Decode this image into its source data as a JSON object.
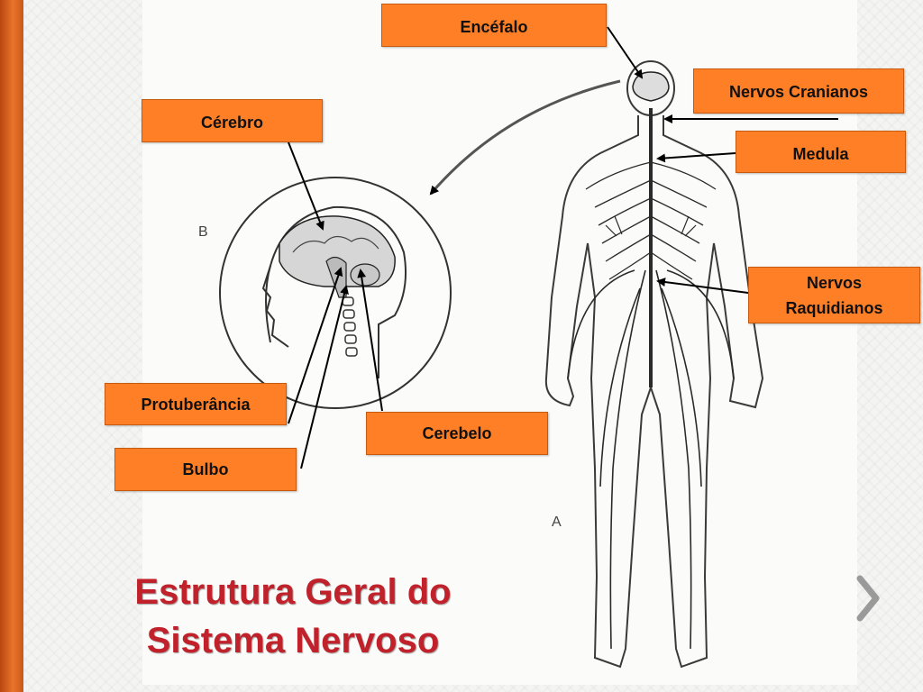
{
  "labels": {
    "encefalo": "Encéfalo",
    "nervos_cranianos": "Nervos Cranianos",
    "cerebro": "Cérebro",
    "medula": "Medula",
    "nervos_raquidianos_1": "Nervos",
    "nervos_raquidianos_2": "Raquidianos",
    "protuberancia": "Protuberância",
    "cerebelo": "Cerebelo",
    "bulbo": "Bulbo"
  },
  "figure_letters": {
    "b": "B",
    "a": "A"
  },
  "title": {
    "line1": "Estrutura Geral do",
    "line2": "Sistema Nervoso"
  },
  "icons": {
    "next": "chevron-right-icon"
  },
  "colors": {
    "label_fill": "#ff7f27",
    "title": "#c0212a",
    "side_bar": "#e9742a"
  }
}
